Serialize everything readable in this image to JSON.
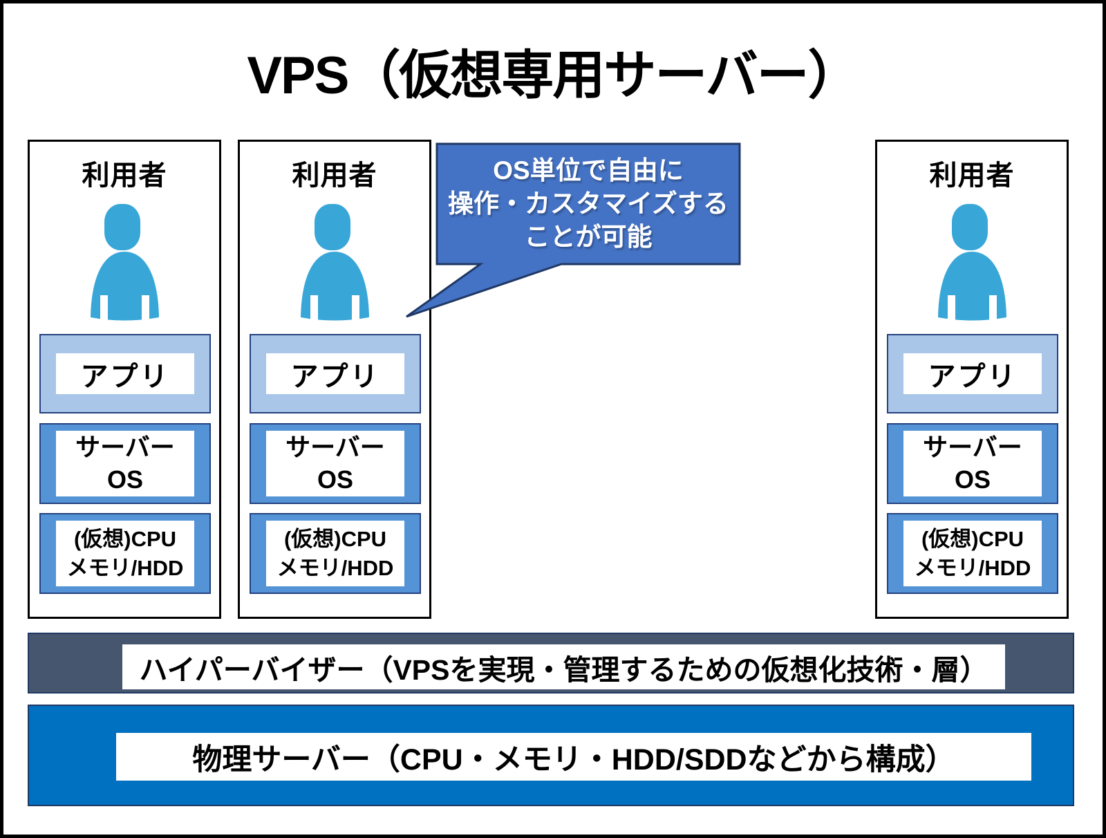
{
  "title": "VPS（仮想専用サーバー）",
  "bubble": {
    "lines": [
      "OS単位で自由に",
      "操作・カスタマイズする",
      "ことが可能"
    ]
  },
  "columns": [
    {
      "user_label": "利用者",
      "app_label": "アプリ",
      "os_line1": "サーバー",
      "os_line2": "OS",
      "cpu_line1": "(仮想)CPU",
      "cpu_line2": "メモリ/HDD"
    },
    {
      "user_label": "利用者",
      "app_label": "アプリ",
      "os_line1": "サーバー",
      "os_line2": "OS",
      "cpu_line1": "(仮想)CPU",
      "cpu_line2": "メモリ/HDD"
    },
    {
      "user_label": "利用者",
      "app_label": "アプリ",
      "os_line1": "サーバー",
      "os_line2": "OS",
      "cpu_line1": "(仮想)CPU",
      "cpu_line2": "メモリ/HDD"
    }
  ],
  "hypervisor": {
    "label": "ハイパーバイザー（VPSを実現・管理するための仮想化技術・層）"
  },
  "physical_server": {
    "label": "物理サーバー（CPU・メモリ・HDD/SDDなどから構成）"
  },
  "icons": {
    "user": "person-silhouette"
  },
  "colors": {
    "person": "#38A7D8",
    "bubble_fill": "#4472C4",
    "bubble_border": "#203864",
    "app_fill": "#A9C6E8",
    "os_fill": "#5494D6",
    "box_border": "#24407E",
    "hypervisor_fill": "#47566F",
    "hypervisor_border": "#1F3864",
    "physical_fill": "#0070C0",
    "outline": "#000000"
  }
}
